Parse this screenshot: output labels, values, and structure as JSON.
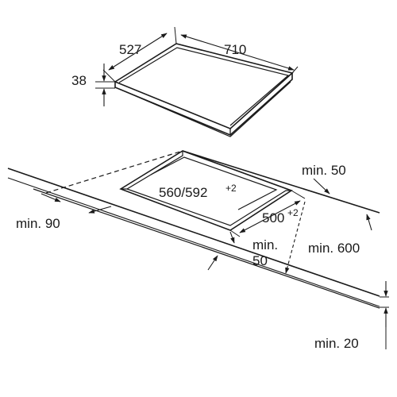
{
  "diagram": {
    "hob": {
      "width": "527",
      "length": "710",
      "height": "38"
    },
    "cutout": {
      "length": "560/592",
      "length_tolerance": "+2",
      "width": "500",
      "width_tolerance": "+2"
    },
    "clearances": {
      "rear": "min. 50",
      "side": "min. 90",
      "front_line1": "min.",
      "front_line2": "50",
      "wall": "min. 600",
      "worktop": "min. 20"
    },
    "colors": {
      "line": "#1a1a1a",
      "background": "#ffffff"
    }
  }
}
